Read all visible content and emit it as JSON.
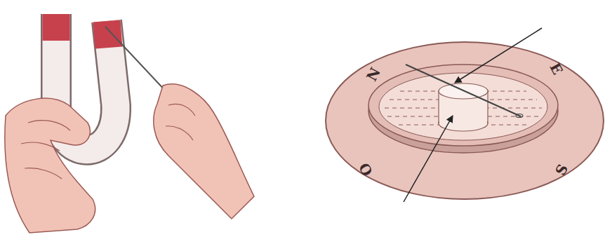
{
  "diagram": {
    "labels": [
      "N",
      "E",
      "S",
      "O"
    ]
  }
}
